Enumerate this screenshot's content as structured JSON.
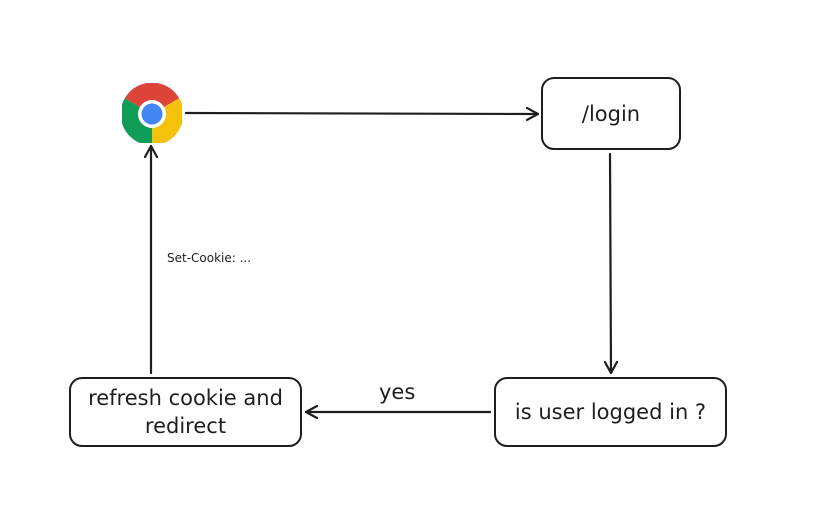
{
  "nodes": {
    "login": {
      "label": "/login"
    },
    "check": {
      "label": "is user logged in ?"
    },
    "refresh": {
      "label": "refresh cookie and redirect"
    }
  },
  "edges": {
    "check_to_refresh": {
      "label": "yes"
    },
    "refresh_to_browser": {
      "label": "Set-Cookie: ..."
    }
  },
  "icons": {
    "browser": "chrome-browser-icon"
  },
  "colors": {
    "stroke": "#1e1e1e",
    "chrome_red": "#db4437",
    "chrome_yellow": "#f4c20d",
    "chrome_green": "#0f9d58",
    "chrome_blue": "#4285f4"
  }
}
